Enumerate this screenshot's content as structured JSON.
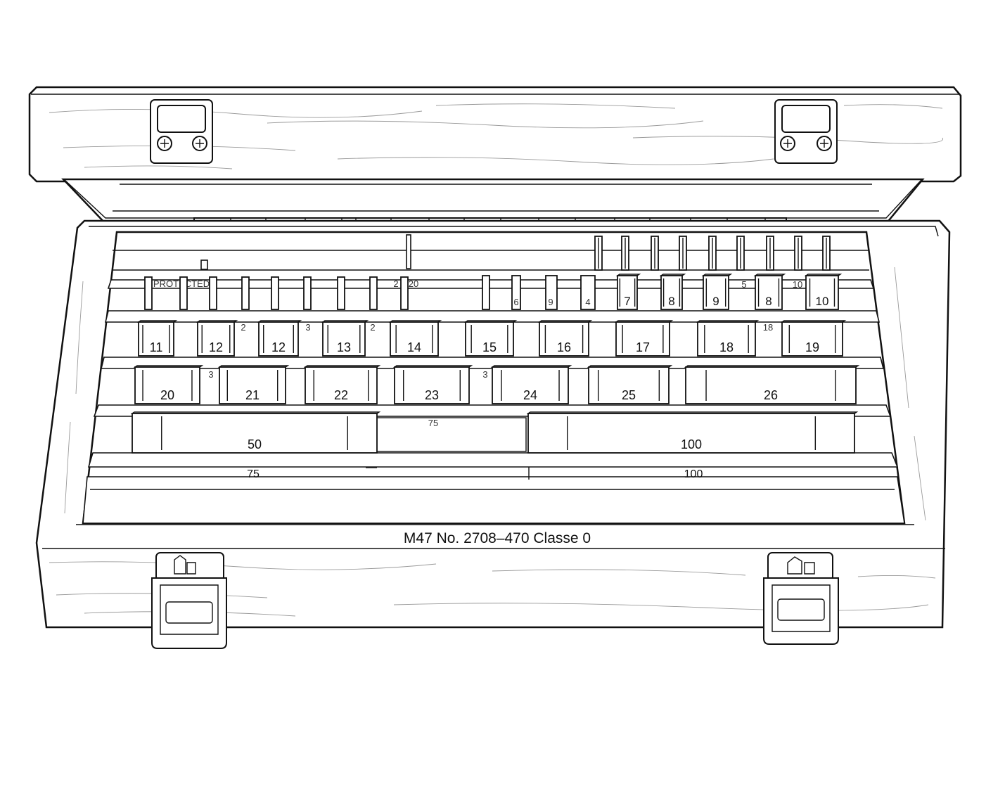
{
  "caption": "M47  No. 2708–470 Classe 0",
  "protected_text": "PROTECTED",
  "groove_marks": {
    "row1_right": [
      "2",
      "20"
    ],
    "row2_a": "2",
    "row2_b": "3",
    "row2_c": "2",
    "row3_a": "3",
    "row3_b": "3",
    "row2_right": "18"
  },
  "row1_small_labels": [
    "6",
    "9",
    "4"
  ],
  "row1_blocks": [
    "7",
    "8",
    "9",
    "8",
    "10"
  ],
  "row1_faint": [
    "5",
    "10"
  ],
  "row2_blocks": [
    "11",
    "12",
    "12",
    "13",
    "14",
    "15",
    "16",
    "17",
    "18",
    "19"
  ],
  "row3_blocks": [
    "20",
    "21",
    "22",
    "23",
    "24",
    "25",
    "26"
  ],
  "row4_blocks": [
    "50",
    "100"
  ],
  "row4_groove_label": "75",
  "row5_labels": [
    "75",
    "100"
  ]
}
